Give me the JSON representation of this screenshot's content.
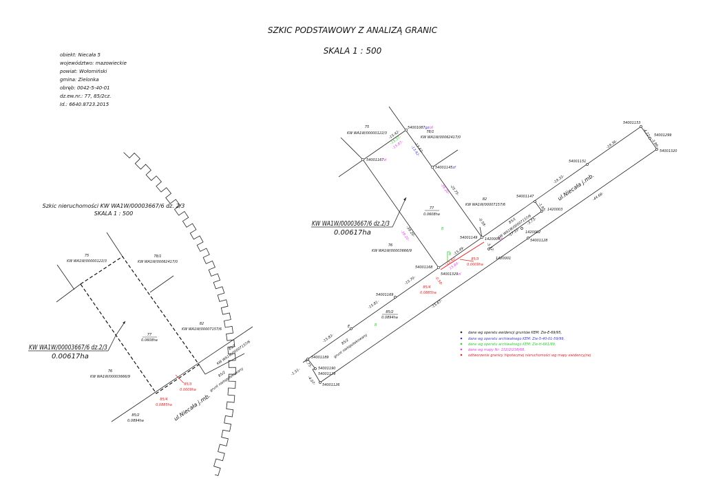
{
  "title": "SZKIC PODSTAWOWY Z ANALIZĄ GRANIC",
  "scale": "SKALA 1 : 500",
  "info": [
    "obiekt: Niecała 5",
    "województwo: mazowieckie",
    "powiat: Wołomiński",
    "gmina: Zielonka",
    "obręb: 0042-5-40-01",
    "dz.ew.nr.: 77, 85/2cz.",
    "Id.: 6640.8723.2015"
  ],
  "legend": [
    {
      "text": "dane wg operatu ewidencji gruntów KEM: Zie-E-69/95,",
      "color": "#222222"
    },
    {
      "text": "dane wg operatu archiwalnego KEM: Zie-5-40-01-59/99,",
      "color": "#3a3acc"
    },
    {
      "text": "dane wg operatu archiwalnego KEM: Zie-H-661/89,",
      "color": "#2ecc2e"
    },
    {
      "text": "dane wg mapy Nr: 152/2/238/68,",
      "color": "#e040e0"
    },
    {
      "text": "odtworzenie granicy hipotecznej nieruchomości wg mapy ewidencyjnej",
      "color": "#e02020"
    }
  ],
  "left": {
    "title": "Szkic nieruchomości KW WA1W/00003667/6 dz. 2/3",
    "scale": "SKALA 1 : 500",
    "p75": "75",
    "kw75": "KW WA1W/00000122/3",
    "p781": "78/1",
    "kw781": "KW WA1W/00062417/0",
    "p77": "77",
    "a77": "0.0608ha",
    "p82": "82",
    "kw82": "KW WA1W/00007157/6",
    "p76": "76",
    "kw76": "KW WA1W/00003666/9",
    "kw_main": "KW WA1W/00003667/6 dz.2/3",
    "area_main": "0.00617ha",
    "p853": "85/3",
    "a853": "0.0009ha",
    "p854": "85/4",
    "a854": "0.0885ha",
    "p852": "85/2",
    "a852": "0.0894ha",
    "street": "ul.Niecała j.mb.",
    "p851": "85/1",
    "kw851": "KW WA1W/00007157/6",
    "p852b": "85/2",
    "grunt": "grunt niehipotekowany"
  },
  "right": {
    "p75": "75",
    "kw75": "KW WA1W/00000122/3",
    "p781": "78/1",
    "kw781": "KW WA1W/00062417/0",
    "p82": "82",
    "kw82": "KW WA1W/00007157/6",
    "p77": "77",
    "a77": "0.0608ha",
    "p76": "76",
    "kw76": "KW WA1W/00003666/9",
    "kw_main": "KW WA1W/00003667/6 dz.2/3",
    "area_main": "0.00617ha",
    "p851": "85/1",
    "kw851": "KW WA1W/00007157/6",
    "p853": "85/3",
    "a853": "0.0009ha",
    "p854": "85/4",
    "a854": "0.0885ha",
    "p852": "85/2",
    "a852": "0.0894ha",
    "p852b": "85/2",
    "grunt": "grunt niehipotekowany",
    "street": "ul.Niecała j.mb.",
    "E": "E",
    "B1": "B",
    "B2": "B",
    "B3": "B",
    "points": {
      "n1087": "54001087",
      "s1087a": "gz",
      "s1087b": "/zl",
      "n1167": "54001167",
      "s1167": "zl",
      "n1145": "54001145",
      "s1145": "zf",
      "n1149": "54001149",
      "n20004": "1420004",
      "s20004": "zl",
      "n20001": "1420001",
      "n20002": "1420002",
      "n20003": "1420003",
      "n1147": "54001147",
      "n1128": "54001128",
      "n1151": "54001151",
      "n1153": "54001153",
      "n1299": "54001299",
      "n1320": "54001320",
      "n1168": "54001168",
      "n1329": "54001329",
      "s1329": "zl",
      "n1169": "54001169",
      "n1189": "54001189",
      "n1190": "54001190",
      "n1129": "54001129",
      "n1126": "54001126"
    },
    "dims": {
      "d1542": "-15.42-",
      "d1537": "-15.37-",
      "d1587": "-15.87-",
      "d1342": "-13.42-",
      "d1342b": "-13.42-",
      "d3920m": "-39.20-",
      "d2575": "-25.75-",
      "d3920": "-39.20-",
      "d3920m2": "-39.20-",
      "d058": "-0.58-",
      "d332": "-3.32-",
      "d1712": "-17.12-",
      "d373": "-3.73-",
      "d195": "-1.95-",
      "d1549": "-15.49-",
      "d1542r": "-15.42-",
      "d1584": "15.84-",
      "d058r": "-0.58-",
      "d1570": "-15.70-",
      "d1581": "-15.81-",
      "d1583": "-15.83-",
      "d1567": "-15.67-",
      "d151": "-1.51-",
      "d575": "-5.75-",
      "d407": "-4.07-",
      "d1933": "-19.33-",
      "d1936": "-19.36-",
      "d422": "-4.22-",
      "d386": "-3.86-",
      "d4468": "-44.68-"
    }
  }
}
